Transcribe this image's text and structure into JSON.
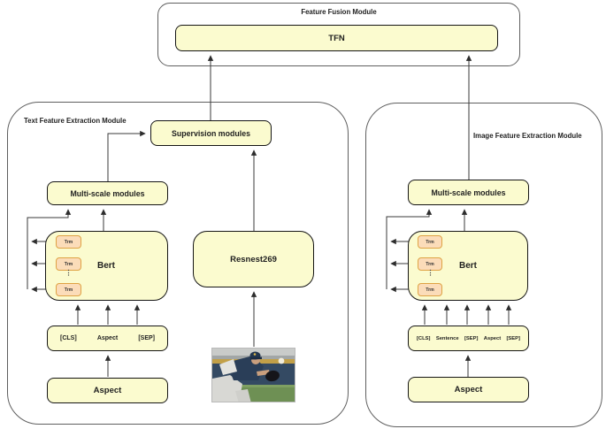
{
  "palette": {
    "box_fill": "#FBFBCF",
    "box_border": "#151515",
    "trm_fill": "#FBDCB9",
    "trm_border": "#DFA244",
    "wire": "#3a3a3a",
    "container_border": "#5f5f5f"
  },
  "fusion": {
    "title": "Feature Fusion Module",
    "tfn_label": "TFN"
  },
  "text_module": {
    "title": "Text Feature Extraction Module",
    "supervision_label": "Supervision modules",
    "multiscale_label": "Multi-scale modules",
    "bert_label": "Bert",
    "trm_labels": [
      "Trm",
      "Trm",
      "Trm"
    ],
    "dots": "⋮",
    "tokens": [
      "[CLS]",
      "Aspect",
      "[SEP]"
    ],
    "aspect_label": "Aspect"
  },
  "resnest": {
    "label": "Resnest269"
  },
  "image_module": {
    "title": "Image Feature Extraction Module",
    "multiscale_label": "Multi-scale modules",
    "bert_label": "Bert",
    "trm_labels": [
      "Trm",
      "Trm",
      "Trm"
    ],
    "dots": "⋮",
    "tokens": [
      "[CLS]",
      "Sentence",
      "[SEP]",
      "Aspect",
      "[SEP]"
    ],
    "aspect_label": "Aspect"
  }
}
